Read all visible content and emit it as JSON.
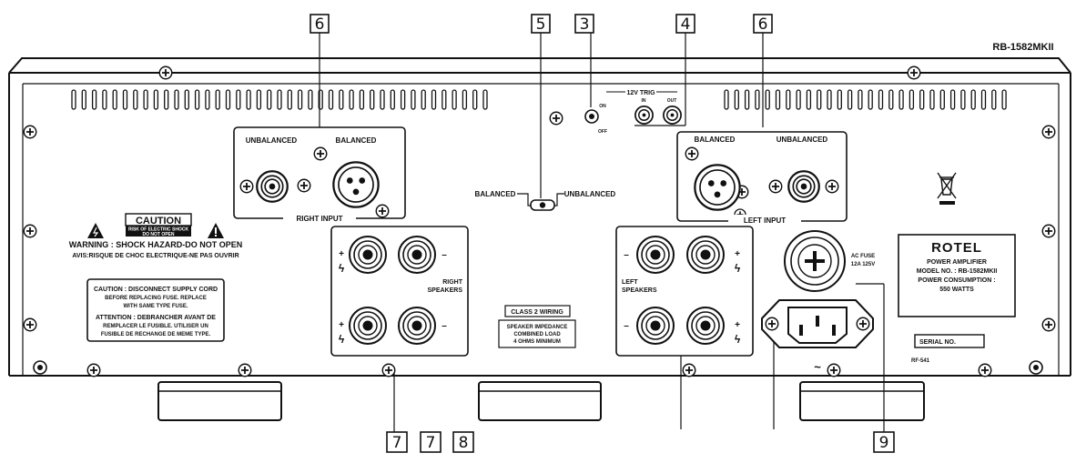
{
  "model_tag": "RB-1582MKII",
  "callouts": {
    "c6_left": "6",
    "c5": "5",
    "c3": "3",
    "c4": "4",
    "c6_right": "6",
    "c7_a": "7",
    "c7_b": "7",
    "c8": "8",
    "c9": "9"
  },
  "right_input": {
    "unbalanced": "UNBALANCED",
    "balanced": "BALANCED",
    "label": "RIGHT INPUT"
  },
  "left_input": {
    "balanced": "BALANCED",
    "unbalanced": "UNBALANCED",
    "label": "LEFT INPUT"
  },
  "trigger": {
    "title": "12V TRIG",
    "on": "ON",
    "off": "OFF",
    "in": "IN",
    "out": "OUT"
  },
  "input_switch": {
    "balanced": "BALANCED",
    "unbalanced": "UNBALANCED"
  },
  "warning": {
    "caution_title": "CAUTION",
    "risk_line1": "RISK OF ELECTRIC SHOCK",
    "risk_line2": "DO NOT OPEN",
    "warning_line": "WARNING : SHOCK HAZARD-DO NOT OPEN",
    "avis_line": "AVIS:RISQUE DE CHOC ELECTRIQUE-NE PAS OUVRIR"
  },
  "fuse_notice": {
    "caution_1": "CAUTION : DISCONNECT SUPPLY CORD",
    "caution_2": "BEFORE REPLACING FUSE. REPLACE",
    "caution_3": "WITH SAME TYPE FUSE.",
    "attention_1": "ATTENTION : DEBRANCHER AVANT DE",
    "attention_2": "REMPLACER LE FUSIBLE. UTILISER UN",
    "attention_3": "FUSIBLE DE RECHANGE DE MEME TYPE."
  },
  "speakers": {
    "right_1": "RIGHT",
    "right_2": "SPEAKERS",
    "left_1": "LEFT",
    "left_2": "SPEAKERS",
    "plus": "+",
    "minus": "–",
    "bolt": "ϟ"
  },
  "class2": {
    "title": "CLASS 2 WIRING",
    "line1": "SPEAKER IMPEDANCE",
    "line2": "COMBINED LOAD",
    "line3": "4 OHMS MINIMUM"
  },
  "fuse": {
    "line1": "AC FUSE",
    "line2": "12A 125V"
  },
  "ac_symbol": "~",
  "label_plate": {
    "brand": "ROTEL",
    "line1": "POWER AMPLIFIER",
    "line2": "MODEL NO. : RB-1582MKII",
    "line3": "POWER CONSUMPTION :",
    "line4": "550 WATTS"
  },
  "serial": "SERIAL NO.",
  "ref_code": "RF-541"
}
